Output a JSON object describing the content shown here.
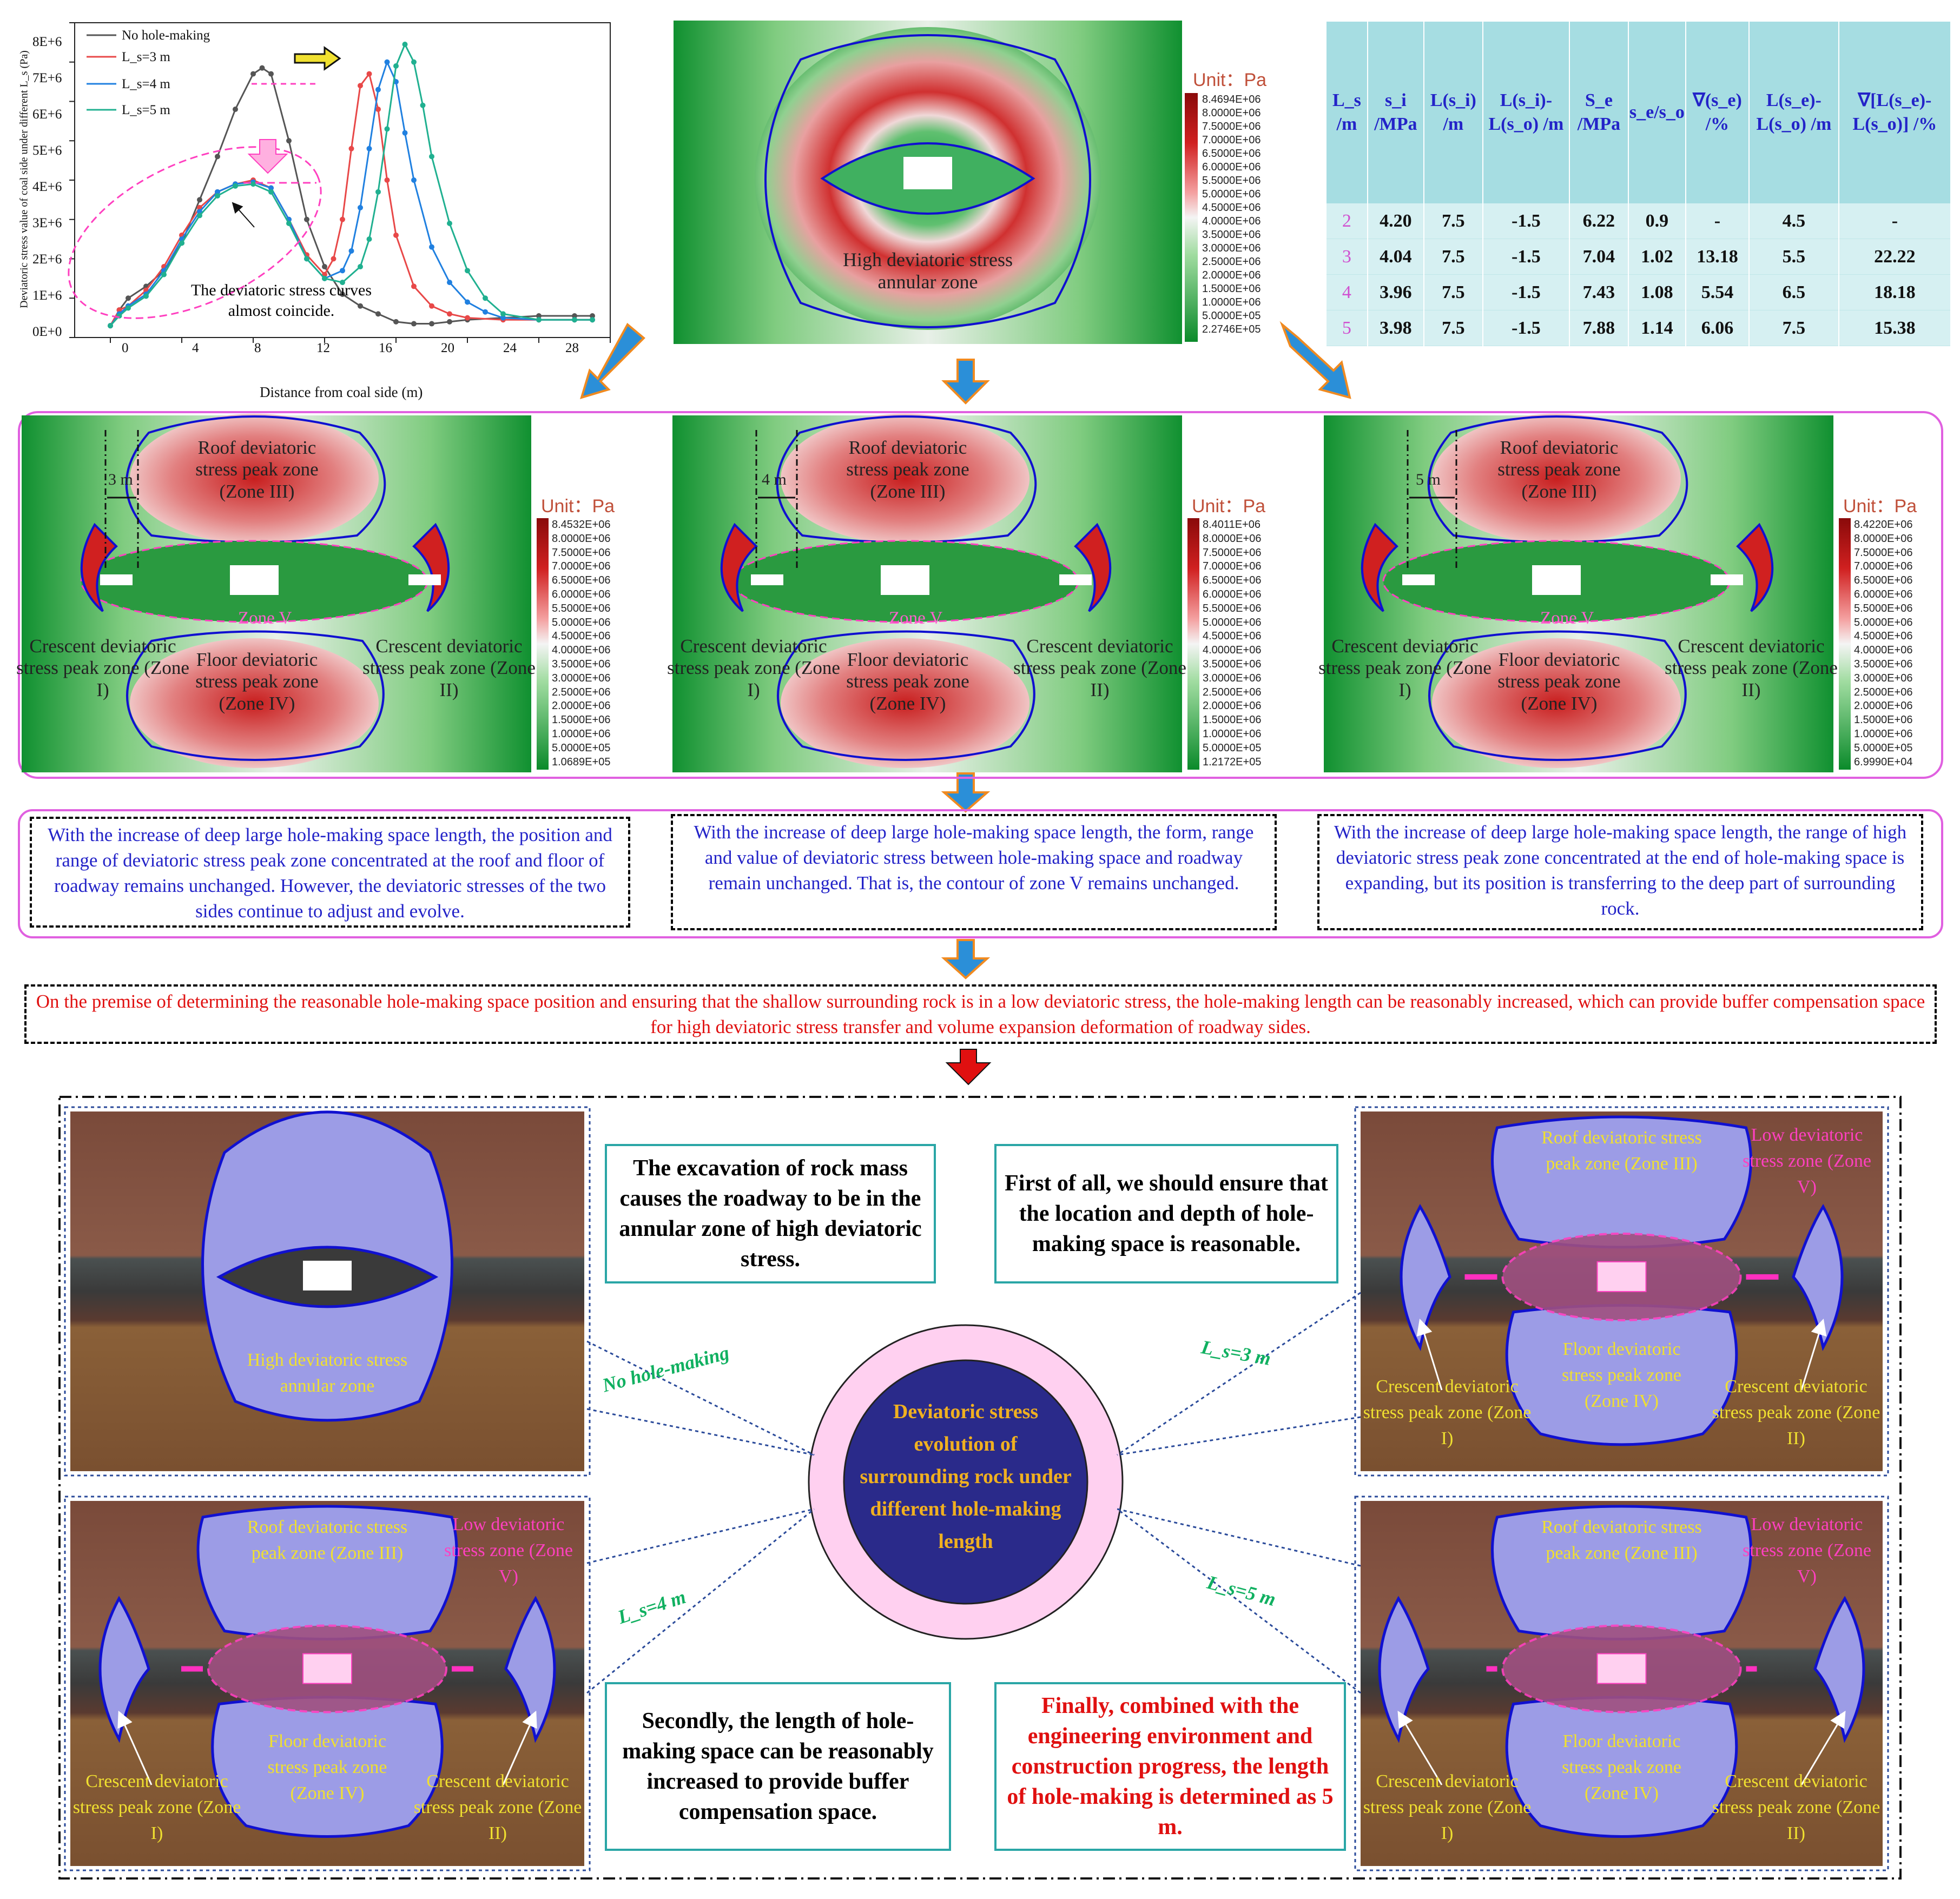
{
  "chart_data": {
    "type": "line",
    "xlabel": "Distance from coal side (m)",
    "ylabel": "Deviatoric stress value of coal side under different L_s (Pa)",
    "xlim": [
      -2,
      28
    ],
    "ylim": [
      0,
      8000000
    ],
    "x_ticks": [
      "0",
      "4",
      "8",
      "12",
      "16",
      "20",
      "24",
      "28"
    ],
    "y_ticks": [
      "0E+0",
      "1E+6",
      "2E+6",
      "3E+6",
      "4E+6",
      "5E+6",
      "6E+6",
      "7E+6",
      "8E+6"
    ],
    "annotation": "The deviatoric stress curves almost coincide.",
    "series": [
      {
        "name": "No hole-making",
        "color": "#555555",
        "x": [
          0,
          0.5,
          1,
          2,
          3,
          4,
          5,
          6,
          7,
          8,
          8.5,
          9,
          10,
          11,
          12,
          13,
          14,
          15,
          16,
          17,
          18,
          19,
          20,
          22,
          24,
          26,
          27
        ],
        "y": [
          300000,
          700000,
          1000000,
          1300000,
          1700000,
          2400000,
          3500000,
          4600000,
          5800000,
          6700000,
          6850000,
          6700000,
          5000000,
          3000000,
          1800000,
          1100000,
          800000,
          600000,
          400000,
          350000,
          350000,
          400000,
          450000,
          500000,
          550000,
          550000,
          550000
        ]
      },
      {
        "name": "L_s=3 m",
        "color": "#e84848",
        "x": [
          0,
          0.5,
          1,
          2,
          3,
          4,
          5,
          6,
          7,
          8,
          9,
          10,
          11,
          12,
          12.5,
          13,
          13.5,
          14,
          14.5,
          15,
          15.5,
          16,
          17,
          18,
          19,
          20,
          22,
          24,
          26,
          27
        ],
        "y": [
          300000,
          700000,
          800000,
          1200000,
          1800000,
          2600000,
          3300000,
          3700000,
          3900000,
          4000000,
          3800000,
          3000000,
          2100000,
          1600000,
          2000000,
          3000000,
          4800000,
          6400000,
          6700000,
          5800000,
          4000000,
          2600000,
          1300000,
          800000,
          600000,
          500000,
          450000,
          450000,
          450000,
          450000
        ]
      },
      {
        "name": "L_s=4 m",
        "color": "#2080e0",
        "x": [
          0,
          0.5,
          1,
          2,
          3,
          4,
          5,
          6,
          7,
          8,
          9,
          10,
          11,
          12,
          13,
          13.5,
          14,
          14.5,
          15,
          15.5,
          16,
          16.5,
          17,
          18,
          19,
          20,
          21,
          22,
          24,
          26,
          27
        ],
        "y": [
          300000,
          600000,
          800000,
          1100000,
          1700000,
          2500000,
          3200000,
          3700000,
          3900000,
          3950000,
          3800000,
          3000000,
          2000000,
          1500000,
          1700000,
          2200000,
          3300000,
          4800000,
          6300000,
          7000000,
          6500000,
          5200000,
          4000000,
          2300000,
          1400000,
          900000,
          650000,
          500000,
          450000,
          450000,
          450000
        ]
      },
      {
        "name": "L_s=5 m",
        "color": "#20b090",
        "x": [
          0,
          0.5,
          1,
          2,
          3,
          4,
          5,
          6,
          7,
          8,
          9,
          10,
          11,
          12,
          13,
          14,
          14.5,
          15,
          15.5,
          16,
          16.5,
          17,
          17.5,
          18,
          19,
          20,
          21,
          22,
          24,
          26,
          27
        ],
        "y": [
          300000,
          550000,
          750000,
          1050000,
          1600000,
          2400000,
          3100000,
          3600000,
          3850000,
          3900000,
          3700000,
          2900000,
          2000000,
          1500000,
          1400000,
          1800000,
          2500000,
          3700000,
          5300000,
          6900000,
          7450000,
          7000000,
          5900000,
          4600000,
          2900000,
          1700000,
          1000000,
          600000,
          450000,
          450000,
          450000
        ]
      }
    ]
  },
  "top_contour": {
    "unit": "Unit：Pa",
    "zone_label": "High deviatoric stress annular zone",
    "colorbar": [
      "8.4694E+06",
      "8.0000E+06",
      "7.5000E+06",
      "7.0000E+06",
      "6.5000E+06",
      "6.0000E+06",
      "5.5000E+06",
      "5.0000E+06",
      "4.5000E+06",
      "4.0000E+06",
      "3.5000E+06",
      "3.0000E+06",
      "2.5000E+06",
      "2.0000E+06",
      "1.5000E+06",
      "1.0000E+06",
      "5.0000E+05",
      "2.2746E+05"
    ]
  },
  "table": {
    "headers": [
      "L_s /m",
      "s_i /MPa",
      "L(s_i) /m",
      "L(s_i)-L(s_o) /m",
      "S_e /MPa",
      "s_e/s_o",
      "∇(s_e) /%",
      "L(s_e)-L(s_o) /m",
      "∇[L(s_e)-L(s_o)] /%"
    ],
    "rows": [
      [
        "2",
        "4.20",
        "7.5",
        "-1.5",
        "6.22",
        "0.9",
        "-",
        "4.5",
        "-"
      ],
      [
        "3",
        "4.04",
        "7.5",
        "-1.5",
        "7.04",
        "1.02",
        "13.18",
        "5.5",
        "22.22"
      ],
      [
        "4",
        "3.96",
        "7.5",
        "-1.5",
        "7.43",
        "1.08",
        "5.54",
        "6.5",
        "18.18"
      ],
      [
        "5",
        "3.98",
        "7.5",
        "-1.5",
        "7.88",
        "1.14",
        "6.06",
        "7.5",
        "15.38"
      ]
    ]
  },
  "panels": [
    {
      "len": "3 m",
      "colorbar": [
        "8.4532E+06",
        "8.0000E+06",
        "7.5000E+06",
        "7.0000E+06",
        "6.5000E+06",
        "6.0000E+06",
        "5.5000E+06",
        "5.0000E+06",
        "4.5000E+06",
        "4.0000E+06",
        "3.5000E+06",
        "3.0000E+06",
        "2.5000E+06",
        "2.0000E+06",
        "1.5000E+06",
        "1.0000E+06",
        "5.0000E+05",
        "1.0689E+05"
      ]
    },
    {
      "len": "4 m",
      "colorbar": [
        "8.4011E+06",
        "8.0000E+06",
        "7.5000E+06",
        "7.0000E+06",
        "6.5000E+06",
        "6.0000E+06",
        "5.5000E+06",
        "5.0000E+06",
        "4.5000E+06",
        "4.0000E+06",
        "3.5000E+06",
        "3.0000E+06",
        "2.5000E+06",
        "2.0000E+06",
        "1.5000E+06",
        "1.0000E+06",
        "5.0000E+05",
        "1.2172E+05"
      ]
    },
    {
      "len": "5 m",
      "colorbar": [
        "8.4220E+06",
        "8.0000E+06",
        "7.5000E+06",
        "7.0000E+06",
        "6.5000E+06",
        "6.0000E+06",
        "5.5000E+06",
        "5.0000E+06",
        "4.5000E+06",
        "4.0000E+06",
        "3.5000E+06",
        "3.0000E+06",
        "2.5000E+06",
        "2.0000E+06",
        "1.5000E+06",
        "1.0000E+06",
        "5.0000E+05",
        "6.9990E+04"
      ]
    }
  ],
  "zones": {
    "roof": "Roof deviatoric stress peak zone (Zone III)",
    "floor": "Floor deviatoric stress peak zone (Zone IV)",
    "left": "Crescent deviatoric stress peak zone (Zone I)",
    "right": "Crescent deviatoric stress peak zone (Zone II)",
    "v": "Zone V",
    "low": "Low deviatoric stress zone (Zone V)"
  },
  "notes": [
    "With the increase of deep large hole-making space length, the position and range of deviatoric stress peak zone concentrated at the roof and floor of roadway remains unchanged. However, the deviatoric stresses of the two sides continue to adjust and evolve.",
    "With the increase of deep large hole-making space length, the form, range and value of deviatoric stress between hole-making space and roadway remain unchanged. That is, the contour of zone V remains unchanged.",
    "With the increase of deep large hole-making space length, the range of high deviatoric stress peak zone concentrated at the end of hole-making space is expanding, but its position is transferring to the deep part of surrounding rock."
  ],
  "conclusion": "On the premise of determining the reasonable hole-making space position and ensuring that the shallow surrounding rock is in a low deviatoric stress, the hole-making length can be reasonably increased, which can provide buffer compensation space for high deviatoric stress transfer and volume expansion deformation of roadway sides.",
  "summary": {
    "box1": "The excavation of rock mass causes the roadway to be in the annular zone of high deviatoric stress.",
    "box2": "First of all, we should ensure that the location and depth of hole-making space is reasonable.",
    "box3": "Secondly, the length of hole-making space can be reasonably increased to provide buffer compensation space.",
    "box4": "Finally, combined with the engineering environment and construction progress, the length of hole-making is determined as 5 m.",
    "center": "Deviatoric stress evolution of surrounding rock under different hole-making length",
    "link_none": "No hole-making",
    "link_3": "L_s=3 m",
    "link_4": "L_s=4 m",
    "link_5": "L_s=5 m",
    "high_zone": "High deviatoric stress annular zone"
  },
  "colors": {
    "blue_text": "#2323c8",
    "red_text": "#e01010",
    "zone_fill": "#9c9ce6",
    "zone_stroke": "#1010d0",
    "arrow": "#2b8fd8",
    "arrow_border": "#f08a20",
    "teal": "#2aa6a6",
    "pink": "#ff40c0"
  }
}
